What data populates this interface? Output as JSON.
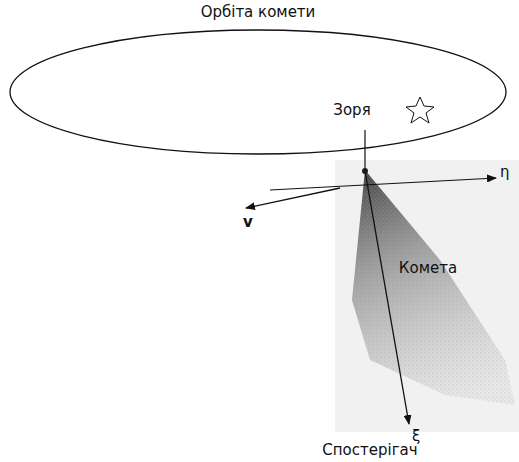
{
  "diagram": {
    "labels": [
      "Орбіта комети",
      "Зоря",
      "η",
      "v",
      "Комета",
      "ξ",
      "Спостерігач"
    ]
  }
}
